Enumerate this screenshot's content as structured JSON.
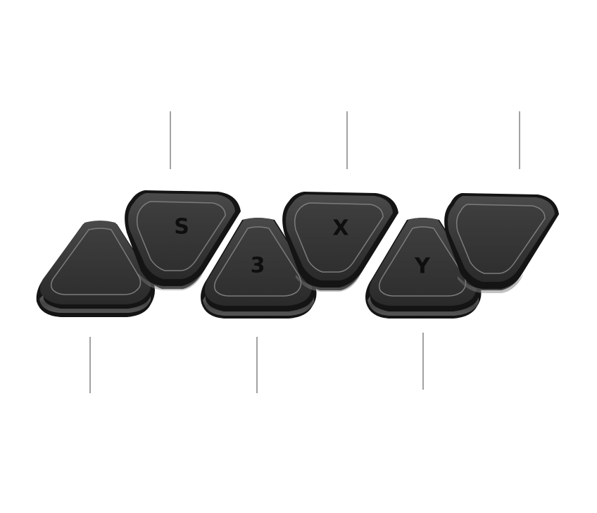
{
  "pieces": [
    {
      "id": "left-triangle",
      "letter": ""
    },
    {
      "id": "s",
      "letter": "S"
    },
    {
      "id": "three",
      "letter": "3"
    },
    {
      "id": "x",
      "letter": "X"
    },
    {
      "id": "y",
      "letter": "Y"
    },
    {
      "id": "right-shield",
      "letter": ""
    }
  ],
  "colors": {
    "background": "#ffffff",
    "piece_face": "#3b3b3b",
    "piece_edge": "#151515",
    "highlight": "#8e8e8e",
    "letter": "#0e0e0e",
    "leader_line": "#8a8a8a"
  }
}
